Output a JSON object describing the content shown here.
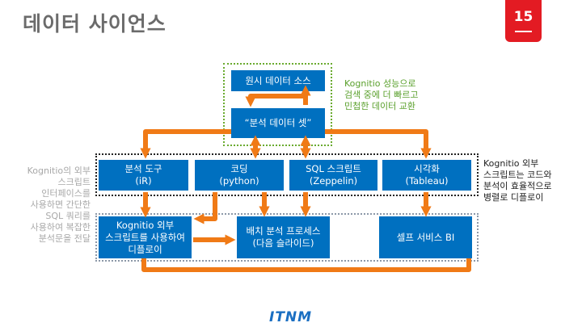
{
  "title": "데이터 사이언스",
  "page_number": "15",
  "boxes": {
    "raw_data": "원시 데이터 소스",
    "analysis_dataset": "“분석 데이터 셋”",
    "analysis_tool": [
      "분석 도구",
      "(iR)"
    ],
    "coding": [
      "코딩",
      "(python)"
    ],
    "sql_script": [
      "SQL 스크립트",
      "(Zeppelin)"
    ],
    "visualization": [
      "시각화",
      "(Tableau)"
    ],
    "kognitio_deploy": [
      "Kognitio 외부",
      "스크립트를 사용하여",
      "디플로이"
    ],
    "batch_process": [
      "배치 분석 프로세스",
      "(다음 슬라이드)"
    ],
    "self_service": "셀프 서비스 BI"
  },
  "notes": {
    "green": [
      "Kognitio 성능으로",
      "검색 중에 더 빠르고",
      "민첩한 데이터 교환"
    ],
    "right": [
      "Kognitio 외부",
      "스크립트는 코드와",
      "분석이 효율적으로",
      "병렬로 디플로이"
    ],
    "left": [
      "Kognitio의 외부",
      "스크립트",
      "인터페이스를",
      "사용하면 간단한",
      "SQL 쿼리를",
      "사용하여 복잡한",
      "분석문을 전달"
    ]
  },
  "footer_logo": "ITNM",
  "colors": {
    "box": "#0070c0",
    "arrow": "#f07a16",
    "accent": "#e31b23",
    "green_note": "#5aa02c"
  }
}
